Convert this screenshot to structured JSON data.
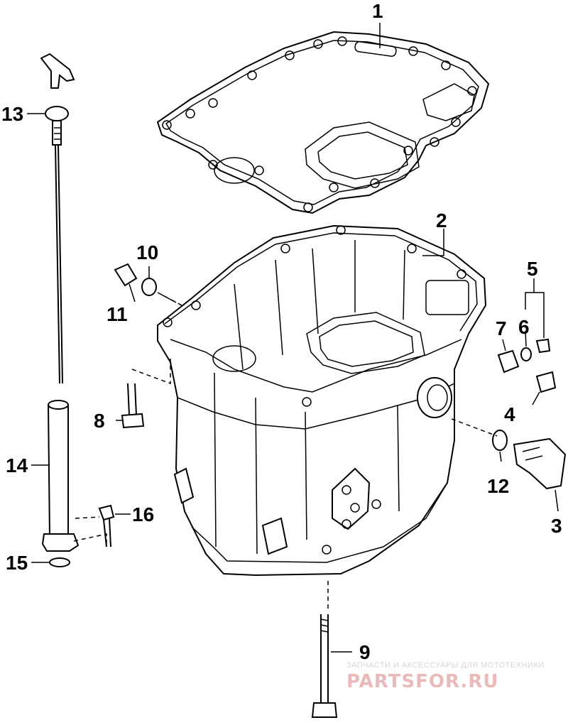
{
  "callouts": {
    "c1": "1",
    "c2": "2",
    "c3": "3",
    "c4": "4",
    "c5": "5",
    "c6": "6",
    "c7": "7",
    "c8": "8",
    "c9": "9",
    "c10": "10",
    "c11": "11",
    "c12": "12",
    "c13": "13",
    "c14": "14",
    "c15": "15",
    "c16": "16"
  },
  "watermark": {
    "tagline": "ЗАПЧАСТИ И АКСЕССУАРЫ ДЛЯ МОТОТЕХНИКИ",
    "logo": "PARTSFOR.RU",
    "color": "#c03030"
  }
}
